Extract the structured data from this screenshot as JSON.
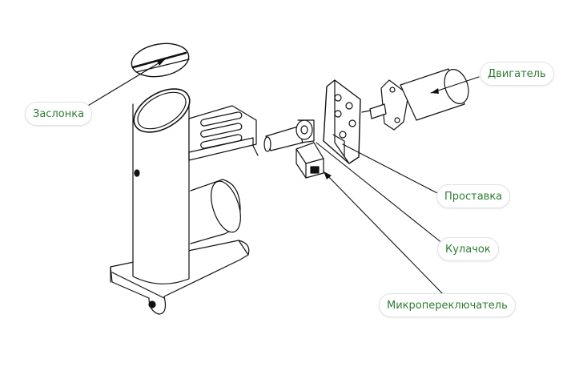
{
  "labels": {
    "flap": "Заслонка",
    "motor": "Двигатель",
    "spacer": "Проставка",
    "cam": "Кулачок",
    "microswitch": "Микропереключатель"
  },
  "colors": {
    "label_text": "#2e7d32",
    "line": "#111111",
    "label_border": "#e2e2e2",
    "background": "#ffffff"
  }
}
